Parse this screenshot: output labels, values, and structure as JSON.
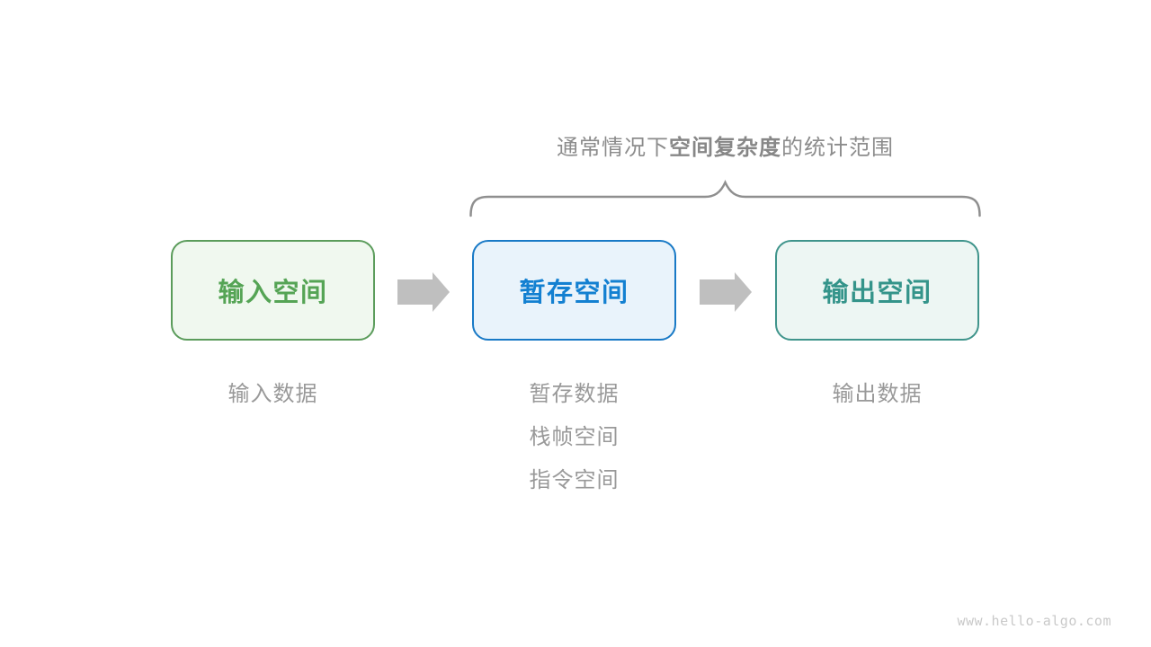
{
  "title": {
    "prefix": "通常情况下",
    "emphasis": "空间复杂度",
    "suffix": "的统计范围",
    "color": "#8c8c8c"
  },
  "brace": {
    "color": "#8f8f8f",
    "icon": "horizontal-curly-brace"
  },
  "boxes": [
    {
      "label": "输入空间",
      "border_color": "#5b9c5b",
      "bg_color": "#f0f8ef",
      "text_color": "#55a455"
    },
    {
      "label": "暂存空间",
      "border_color": "#1879c6",
      "bg_color": "#e9f3fb",
      "text_color": "#1380d1"
    },
    {
      "label": "输出空间",
      "border_color": "#3f948b",
      "bg_color": "#edf6f3",
      "text_color": "#34948a"
    }
  ],
  "arrow": {
    "color": "#bfbfbf",
    "icon": "right-block-arrow"
  },
  "columns": [
    {
      "notes": [
        "输入数据"
      ]
    },
    {
      "notes": [
        "暂存数据",
        "栈帧空间",
        "指令空间"
      ]
    },
    {
      "notes": [
        "输出数据"
      ]
    }
  ],
  "notes_color": "#999999",
  "watermark": "www.hello-algo.com"
}
